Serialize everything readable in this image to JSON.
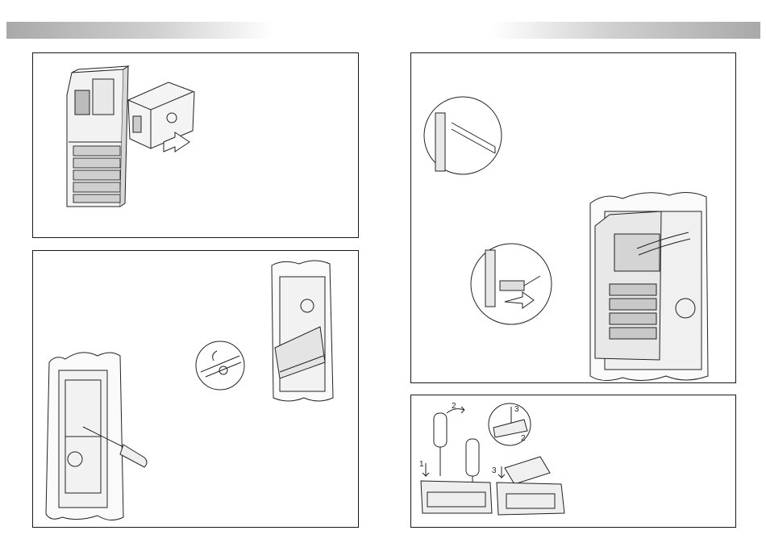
{
  "illustrations": {
    "panel_bottom_right": {
      "step_labels": [
        "1",
        "2",
        "3",
        "2",
        "3"
      ]
    }
  }
}
